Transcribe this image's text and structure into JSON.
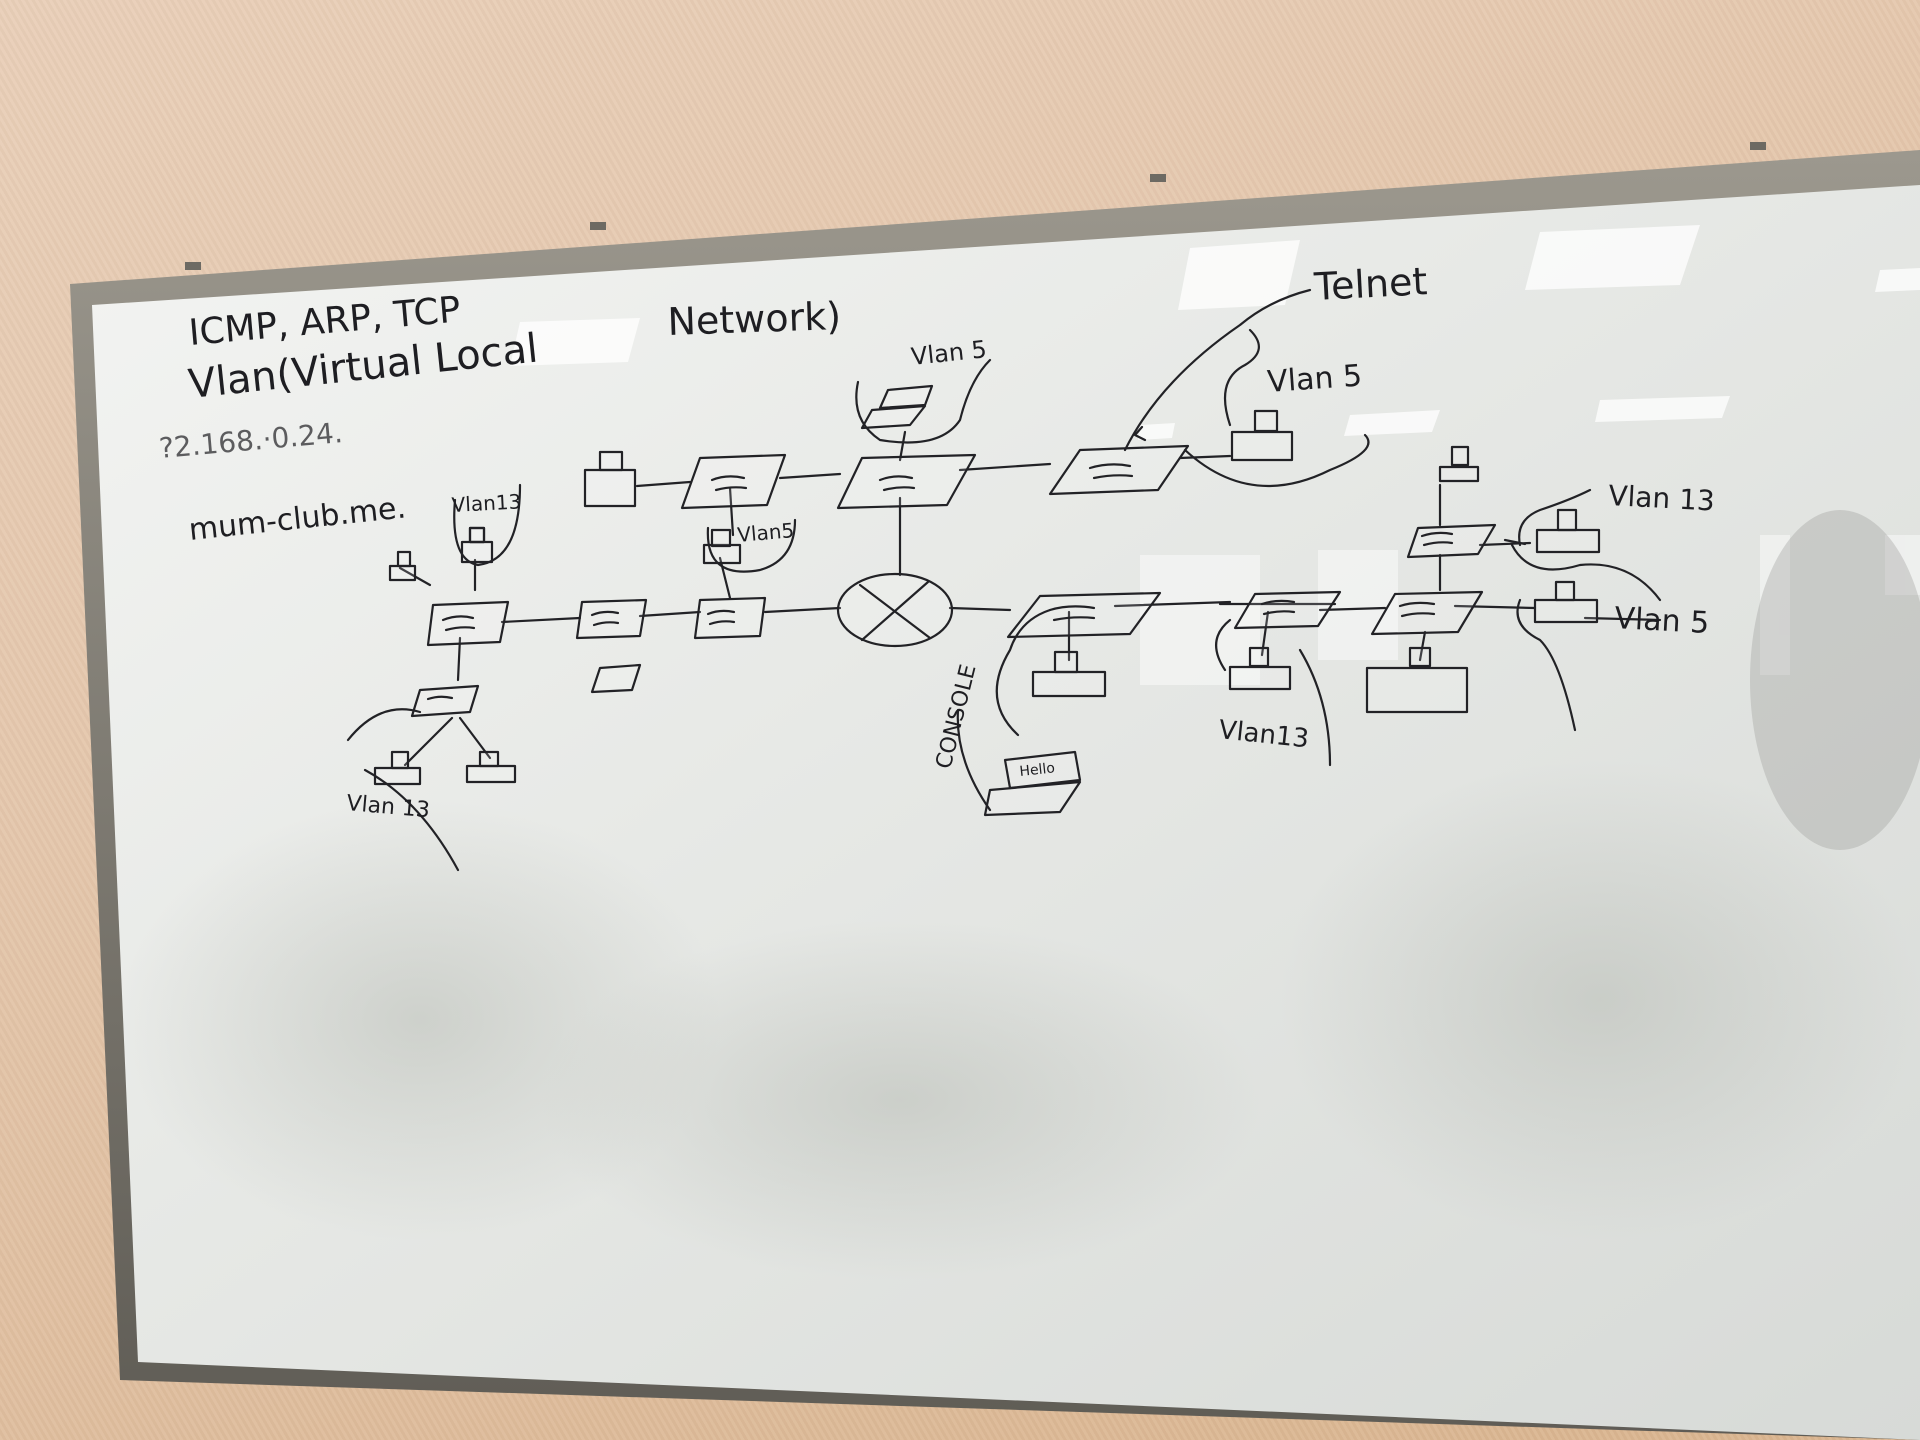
{
  "whiteboard": {
    "protocols": "ICMP, ARP, TCP",
    "vlan_definition": "Vlan(Virtual Local",
    "network_word": "Network)",
    "ip_fragment": "?2.168.·0.24.",
    "website": "mum-club.me.",
    "telnet": "Telnet",
    "console": "CONSOLE",
    "hello": "Hello",
    "vlan_labels": {
      "v5_top": "Vlan 5",
      "v5_right_top": "Vlan 5",
      "v13_left": "Vlan13",
      "v5_mid": "Vlan5",
      "v13_bottom_left": "Vlan 13",
      "v13_right": "Vlan 13",
      "v5_right": "Vlan 5",
      "v13_center": "Vlan13"
    }
  },
  "colors": {
    "wall": "#e4c6ab",
    "frame": "#7a766c",
    "board": "#ebecea",
    "marker": "#1e1e22"
  }
}
